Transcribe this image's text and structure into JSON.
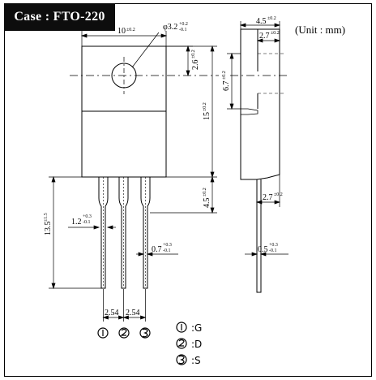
{
  "header": {
    "case_label": "Case : FTO-220",
    "unit_label": "(Unit : mm)"
  },
  "dimensions": {
    "width_main": "10",
    "width_tol": "±0.2",
    "hole_diameter": "φ3.2",
    "hole_tol_upper": "+0.2",
    "hole_tol_lower": "-0.1",
    "hole_to_top": "2.6",
    "hole_to_top_tol": "±0.2",
    "body_height": "15",
    "body_height_tol": "±0.2",
    "lead_shoulder": "4.5",
    "lead_shoulder_tol": "±0.2",
    "total_lead": "13.5",
    "total_lead_tol": "±1.5",
    "lead_width_wide": "1.2",
    "lead_width_wide_tol_upper": "+0.3",
    "lead_width_wide_tol_lower": "-0.1",
    "lead_width_narrow": "0.7",
    "lead_width_narrow_tol_upper": "+0.3",
    "lead_width_narrow_tol_lower": "-0.1",
    "side_thickness": "4.5",
    "side_thickness_tol": "±0.2",
    "side_tab": "2.7",
    "side_tab_tol": "±0.2",
    "side_tab_height": "6.7",
    "side_tab_height_tol": "±0.2",
    "side_lead_offset": "2.7",
    "side_lead_offset_tol": "±0.2",
    "side_lead_thickness": "0.5",
    "side_lead_thickness_tol_upper": "+0.3",
    "side_lead_thickness_tol_lower": "-0.1",
    "pitch_1": "2.54",
    "pitch_2": "2.54"
  },
  "pins": {
    "numbers": [
      "①",
      "②",
      "③"
    ],
    "legend": [
      {
        "num": "①",
        "label": ":G"
      },
      {
        "num": "②",
        "label": ":D"
      },
      {
        "num": "③",
        "label": ":S"
      }
    ]
  }
}
